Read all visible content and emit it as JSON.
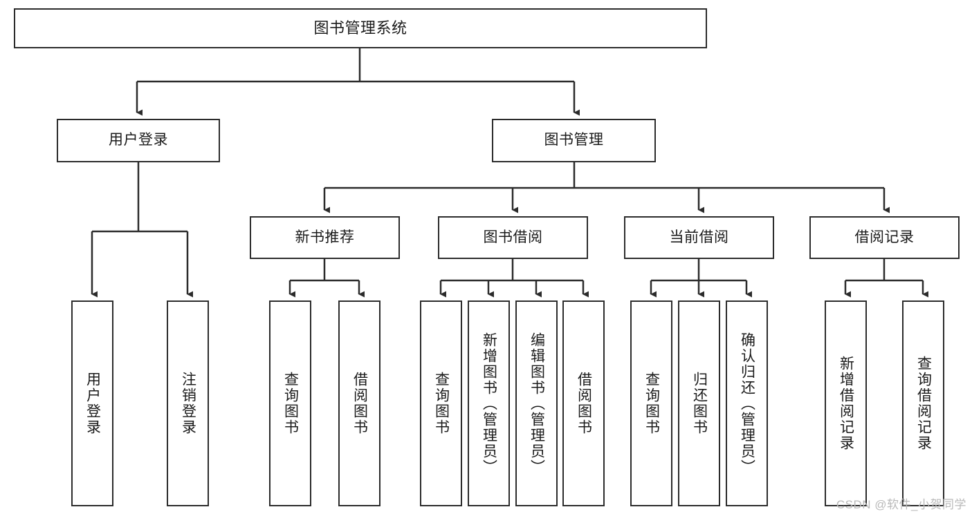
{
  "diagram": {
    "title": "图书管理系统",
    "watermark": "CSDN @软件_小贺同学",
    "stroke_color": "#2b2b2b",
    "fill_color": "#ffffff",
    "watermark_color": "#b9b9b9",
    "nodes": {
      "root": {
        "label": "图书管理系统"
      },
      "level2": [
        {
          "id": "user-login",
          "label": "用户登录"
        },
        {
          "id": "book-manage",
          "label": "图书管理"
        }
      ],
      "level3": [
        {
          "id": "new-book-recommend",
          "label": "新书推荐"
        },
        {
          "id": "book-borrow",
          "label": "图书借阅"
        },
        {
          "id": "current-borrow",
          "label": "当前借阅"
        },
        {
          "id": "borrow-record",
          "label": "借阅记录"
        }
      ],
      "leaves": {
        "user-login": [
          {
            "id": "leaf-user-login",
            "label": "用户登录"
          },
          {
            "id": "leaf-logout-login",
            "label": "注销登录"
          }
        ],
        "new-book-recommend": [
          {
            "id": "leaf-query-book-1",
            "label": "查询图书"
          },
          {
            "id": "leaf-borrow-book-1",
            "label": "借阅图书"
          }
        ],
        "book-borrow": [
          {
            "id": "leaf-query-book-2",
            "label": "查询图书"
          },
          {
            "id": "leaf-add-book",
            "label": "新增图书（管理员）"
          },
          {
            "id": "leaf-edit-book",
            "label": "编辑图书（管理员）"
          },
          {
            "id": "leaf-borrow-book-2",
            "label": "借阅图书"
          }
        ],
        "current-borrow": [
          {
            "id": "leaf-query-book-3",
            "label": "查询图书"
          },
          {
            "id": "leaf-return-book",
            "label": "归还图书"
          },
          {
            "id": "leaf-confirm-return",
            "label": "确认归还（管理员）"
          }
        ],
        "borrow-record": [
          {
            "id": "leaf-add-record",
            "label": "新增借阅记录"
          },
          {
            "id": "leaf-query-record",
            "label": "查询借阅记录"
          }
        ]
      }
    }
  }
}
